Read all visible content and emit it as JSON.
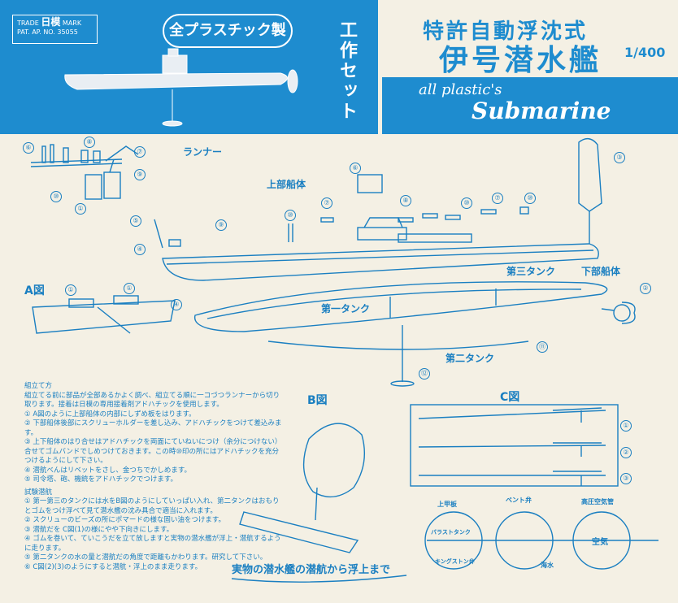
{
  "header": {
    "trade_line1": "TRADE",
    "trade_brand": "日模",
    "trade_mark": "MARK",
    "patent": "PAT. AP. NO. 35055",
    "all_plastic_jp": "全プラスチック製",
    "kit_label": "工作セット",
    "subtitle_jp": "特許自動浮沈式",
    "title_jp": "伊号潜水艦",
    "scale": "1/400",
    "all_plastics_en": "all plastic's",
    "submarine_en": "Submarine"
  },
  "labels": {
    "runner": "ランナー",
    "upper_hull": "上部船体",
    "lower_hull": "下部船体",
    "tank1": "第一タンク",
    "tank2": "第二タンク",
    "tank3": "第三タンク",
    "fig_a": "A図",
    "fig_b": "B図",
    "fig_c": "C図",
    "caption": "実物の潜水艦の潜航から浮上まで"
  },
  "diagram_labels": {
    "upper_deck": "上甲板",
    "vent": "ベント弁",
    "high_pressure": "高圧空気管",
    "ballast": "バラストタンク",
    "seawater": "海水",
    "air": "空気",
    "kingston": "キングストン弁"
  },
  "numbers": {
    "n1": "①",
    "n2": "②",
    "n3": "③",
    "n4": "④",
    "n5": "⑤",
    "n6": "⑥",
    "n7": "⑦",
    "n8": "⑧",
    "n9": "⑨",
    "n10": "⑩",
    "n11": "⑪",
    "n12": "⑫"
  },
  "instructions": {
    "assembly_title": "組立て方",
    "assembly_intro": "組立てる前に部品が全部あるかよく調べ、組立てる順に一コづつランナーから切り取ります。接着は日模の専用接着剤アドハチックを使用します。",
    "assembly_steps": [
      "① A図のように上部船体の内部にしずめ板をはります。",
      "② 下部船体後部にスクリューホルダーを差し込み、アドハチックをつけて差込みます。",
      "③ 上下船体のはり合せはアドハチックを両面にていねいにつけ（余分につけない）合せてゴムバンドでしめつけておきます。この時⑩印の所にはアドハチックを充分つけるようにして下さい。",
      "④ 潜航べんはリベットをさし、金つちでかしめます。",
      "⑤ 司令塔、砲、機銃をアドハチックでつけます。"
    ],
    "test_title": "試験潜航",
    "test_steps": [
      "① 第一第三のタンクには水をB図のようにしていっぱい入れ、第二タンクはおもりとゴムをつけ浮べて見て潜水艦の沈み具合で適当に入れます。",
      "② スクリューのビーズの所にポマードの様な固い油をつけます。",
      "③ 潜航だを C図(1)の様にやや下向きにします。",
      "④ ゴムを巻いて、ていこうだを立て放しますと実物の潜水艦が浮上・潜航するように走ります。",
      "⑤ 第二タンクの水の量と潜航だの角度で距離もかわります。研究して下さい。",
      "⑥ C図(2)(3)のようにすると潜航・浮上のまま走ります。"
    ]
  },
  "colors": {
    "brand_blue": "#1e8ccf",
    "paper": "#f4f0e4"
  }
}
